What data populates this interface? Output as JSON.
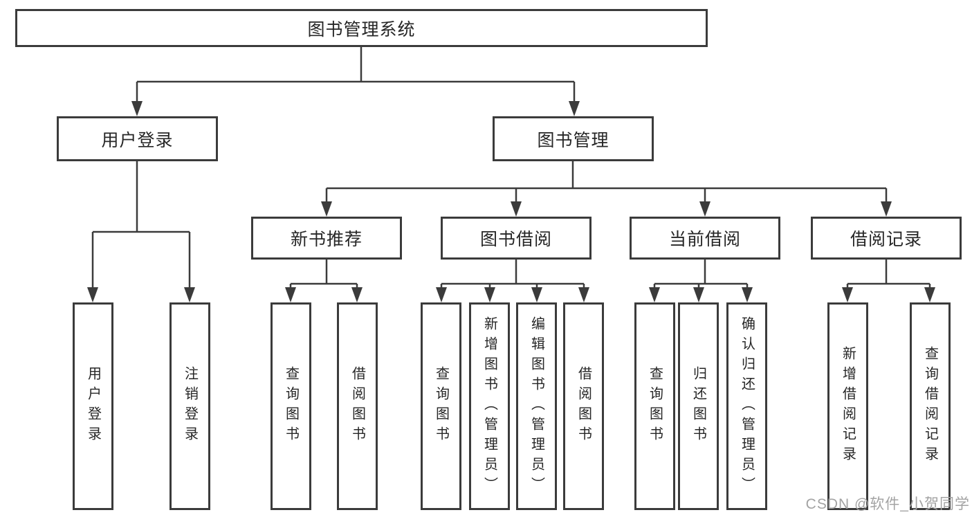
{
  "watermark": "CSDN @软件_小贺同学",
  "colors": {
    "line": "#3b3b3b",
    "border": "#3b3b3b",
    "text": "#262626",
    "watermark": "#a3a3a3",
    "background": "#ffffff"
  },
  "tree": {
    "label": "图书管理系统",
    "children": [
      {
        "label": "用户登录",
        "children": [
          {
            "label": "用户登录"
          },
          {
            "label": "注销登录"
          }
        ]
      },
      {
        "label": "图书管理",
        "children": [
          {
            "label": "新书推荐",
            "children": [
              {
                "label": "查询图书"
              },
              {
                "label": "借阅图书"
              }
            ]
          },
          {
            "label": "图书借阅",
            "children": [
              {
                "label": "查询图书"
              },
              {
                "label": "新增图书（管理员）"
              },
              {
                "label": "编辑图书（管理员）"
              },
              {
                "label": "借阅图书"
              }
            ]
          },
          {
            "label": "当前借阅",
            "children": [
              {
                "label": "查询图书"
              },
              {
                "label": "归还图书"
              },
              {
                "label": "确认归还（管理员）"
              }
            ]
          },
          {
            "label": "借阅记录",
            "children": [
              {
                "label": "新增借阅记录"
              },
              {
                "label": "查询借阅记录"
              }
            ]
          }
        ]
      }
    ]
  }
}
